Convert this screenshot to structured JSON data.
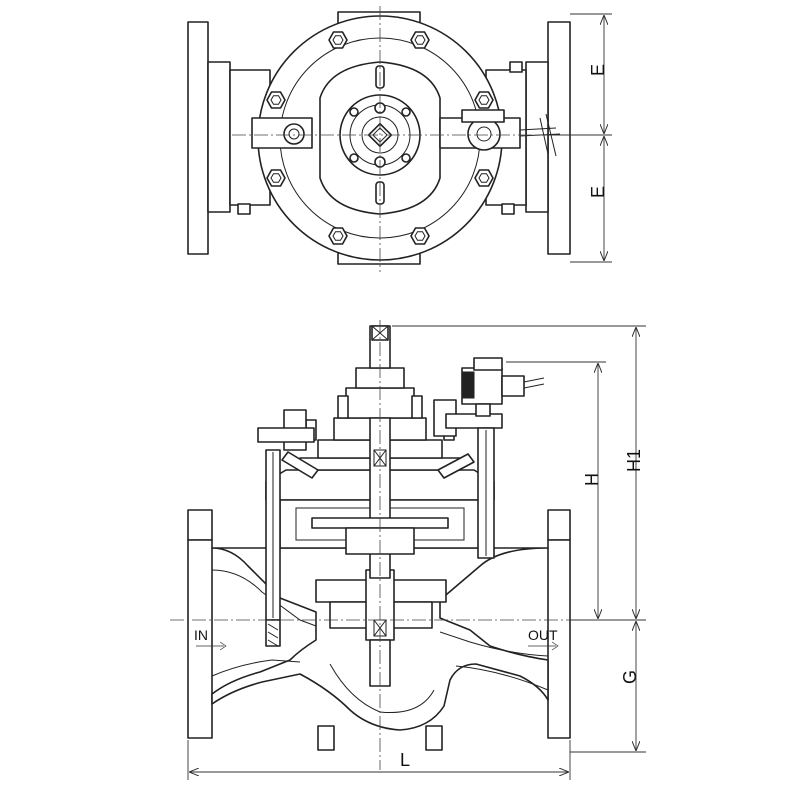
{
  "labels": {
    "E_upper": "E",
    "E_lower": "E",
    "H": "H",
    "H1": "H1",
    "G": "G",
    "L": "L",
    "inlet": "IN",
    "outlet": "OUT"
  }
}
